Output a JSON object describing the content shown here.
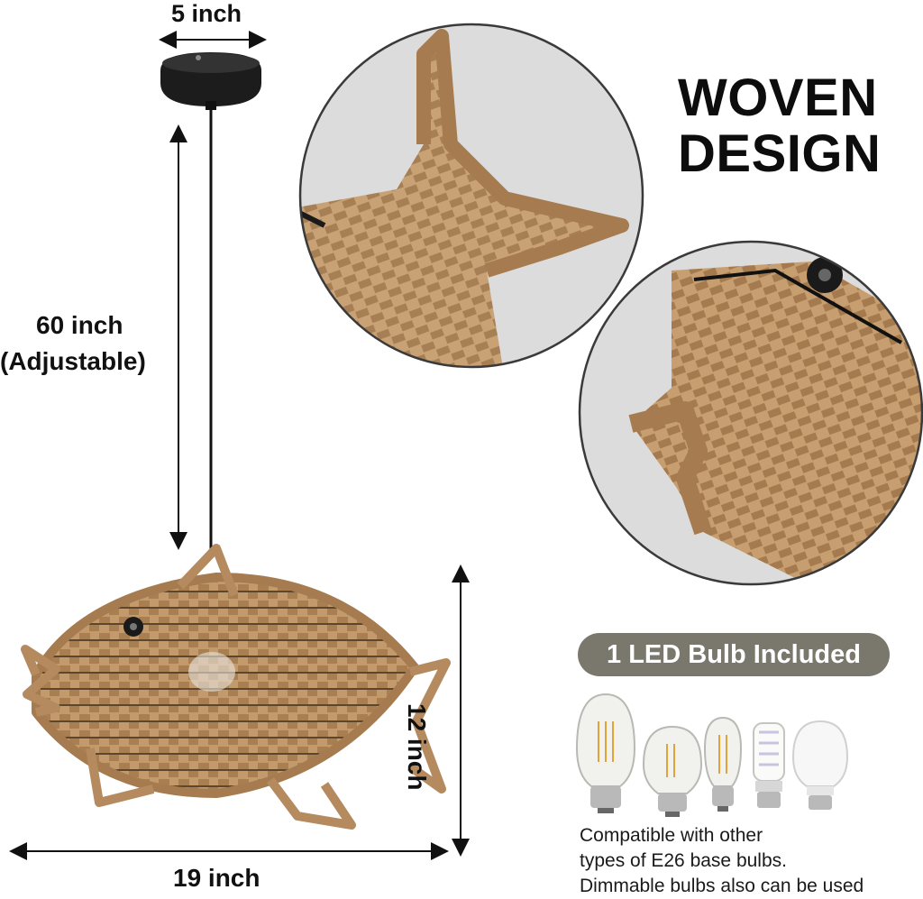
{
  "dimensions": {
    "top_width": "5 inch",
    "cord_length_line1": "60 inch",
    "cord_length_line2": "(Adjustable)",
    "height": "12 inch",
    "length": "19 inch"
  },
  "headline": {
    "line1": "WOVEN",
    "line2": "DESIGN"
  },
  "bulb_badge": "1 LED Bulb Included",
  "compatibility": {
    "line1": "Compatible with other",
    "line2": "types of E26 base bulbs.",
    "line3": "Dimmable bulbs also can be used"
  },
  "colors": {
    "rope": "#b48a5e",
    "rope_dark": "#8c6a45",
    "badge": "#7a776c",
    "canopy": "#1a1a1a",
    "detail_bg": "#dcdcdc"
  },
  "icons": [
    "ceiling-canopy-icon",
    "rope-fish-lamp-icon",
    "dimension-arrow-icon",
    "light-bulb-icon"
  ]
}
